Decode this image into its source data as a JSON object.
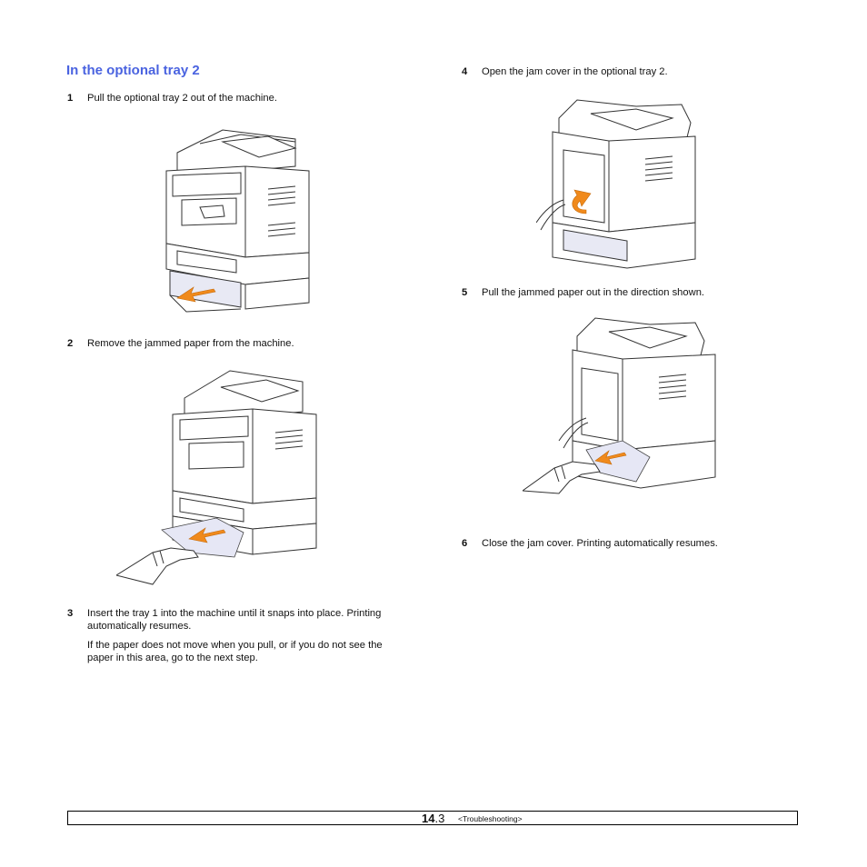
{
  "heading": "In the optional tray 2",
  "steps": [
    {
      "num": "1",
      "text": "Pull the optional tray 2 out of the machine."
    },
    {
      "num": "2",
      "text": "Remove the jammed paper from the machine."
    },
    {
      "num": "3",
      "text_line1": "Insert the tray 1 into the machine until it snaps into place. Printing",
      "text_line2": "automatically resumes.",
      "note_line1": "If the paper does not move when you pull, or if you do not see the",
      "note_line2": "paper in this area, go to the next step."
    },
    {
      "num": "4",
      "text": "Open the jam cover in the optional tray 2."
    },
    {
      "num": "5",
      "text": "Pull the jammed paper out in the direction shown."
    },
    {
      "num": "6",
      "text": "Close the jam cover. Printing automatically resumes."
    }
  ],
  "footer": {
    "page_major": "14",
    "page_minor": ".3",
    "section": "<Troubleshooting>"
  },
  "colors": {
    "heading": "#4a63e0",
    "arrow": "#f08a1c",
    "paper": "#e6e7f5"
  }
}
